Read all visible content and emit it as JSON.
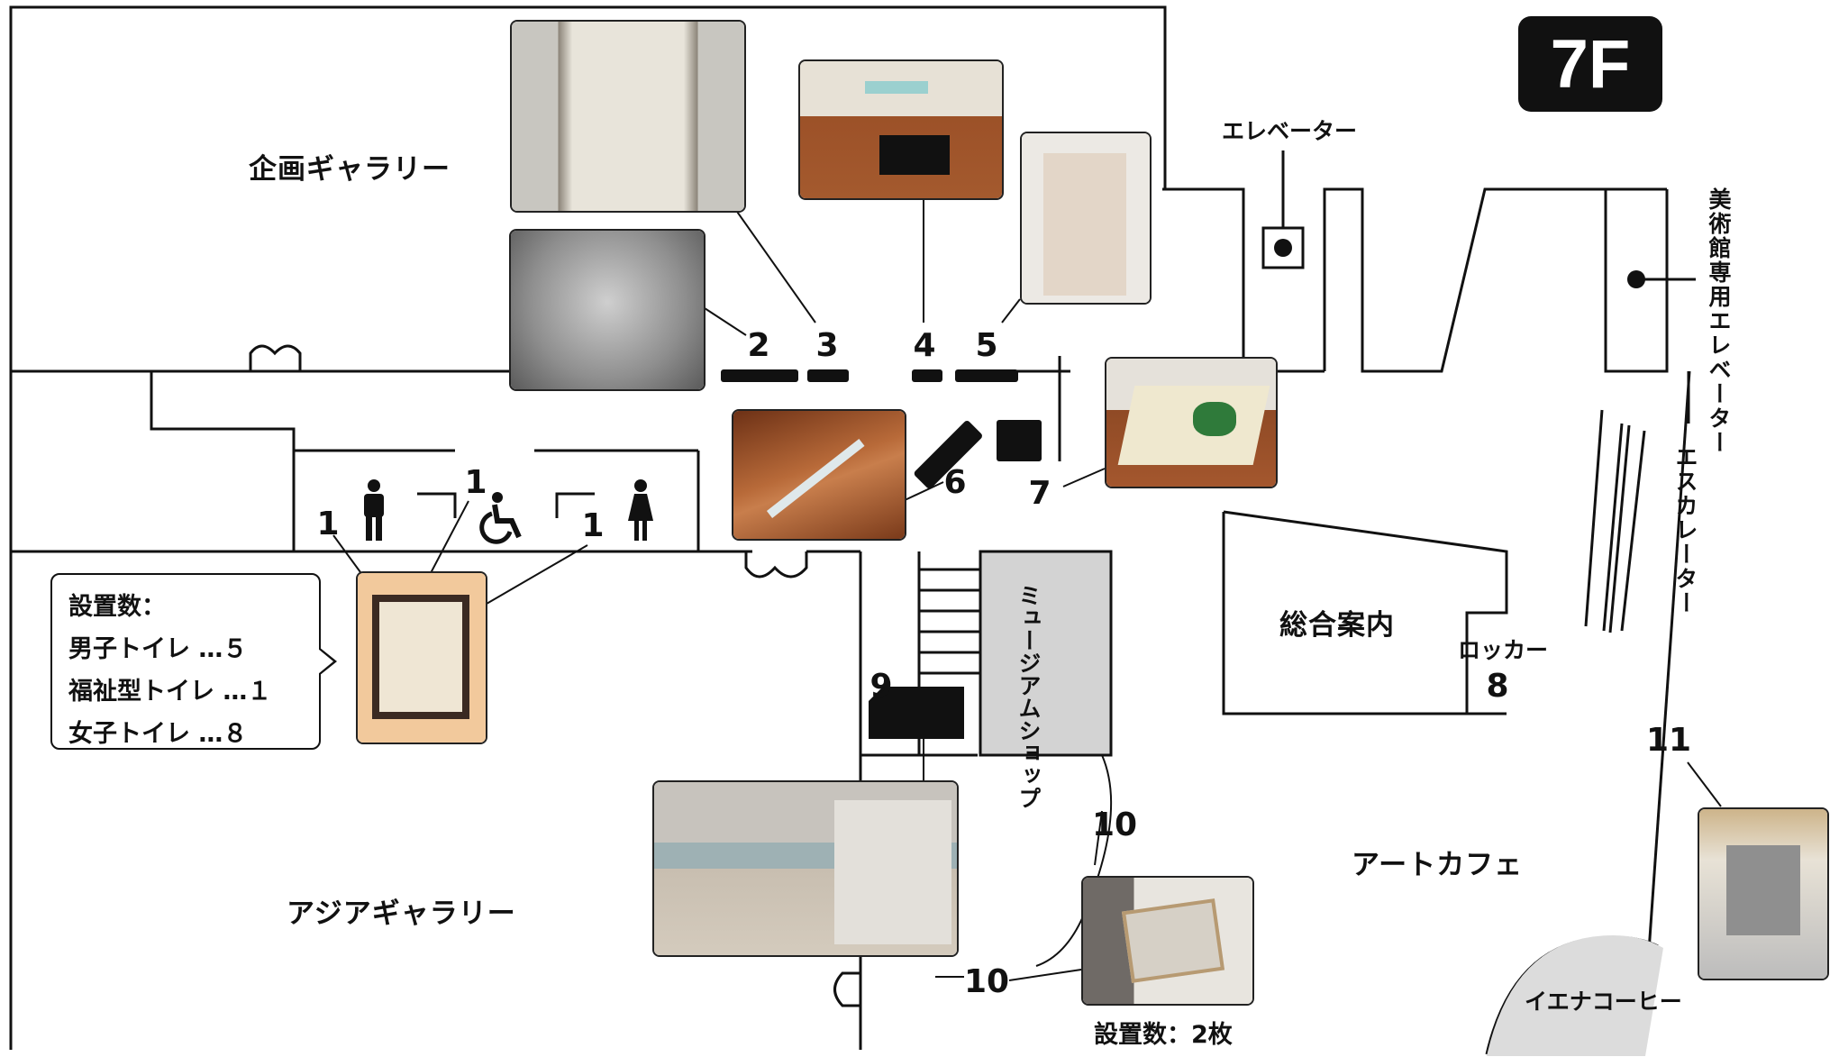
{
  "floor": "7F",
  "rooms": {
    "planning_gallery": "企画ギャラリー",
    "asia_gallery": "アジアギャラリー",
    "info": "総合案内",
    "art_cafe": "アートカフェ",
    "museum_shop": "ミュージアムショップ",
    "locker": "ロッカー",
    "coffee": "イエナコーヒー"
  },
  "labels": {
    "elevator": "エレベーター",
    "museum_elevator": "美術館専用エレベーター",
    "escalator": "エスカレーター"
  },
  "markers": {
    "m1a": "1",
    "m1b": "1",
    "m1c": "1",
    "m2": "2",
    "m3": "3",
    "m4": "4",
    "m5": "5",
    "m6": "6",
    "m7": "7",
    "m8": "8",
    "m9": "9",
    "m10a": "10",
    "m10b": "10",
    "m11": "11"
  },
  "toilet_callout": {
    "title": "設置数：",
    "men": "男子トイレ …５",
    "accessible": "福祉型トイレ …１",
    "women": "女子トイレ …８"
  },
  "item10_note": "設置数：2枚",
  "icons": [
    "men-toilet-icon",
    "accessible-toilet-icon",
    "women-toilet-icon",
    "elevator-icon"
  ],
  "colors": {
    "ink": "#111111",
    "shop_fill": "#d3d3d3",
    "floor_wood": "#a4512a",
    "wall": "#f2f0ec",
    "cafe_circle": "#dcdcdc"
  }
}
